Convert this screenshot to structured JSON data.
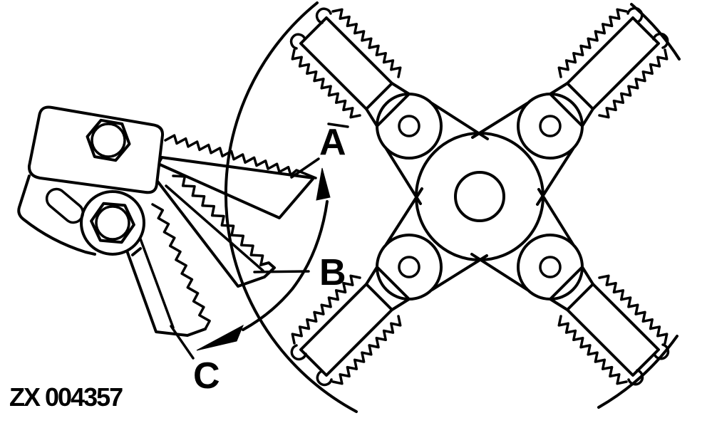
{
  "diagram": {
    "label_a": "A",
    "label_b": "B",
    "label_c": "C",
    "figure_code": "ZX 004357",
    "colors": {
      "line_color": "#000000",
      "background": "#ffffff"
    }
  }
}
